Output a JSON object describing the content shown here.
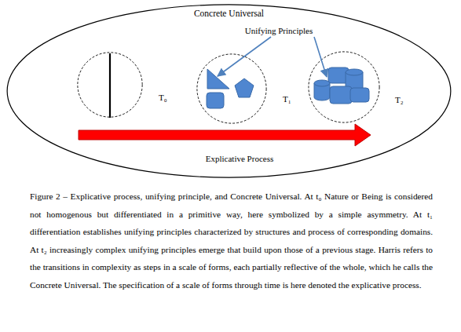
{
  "diagram": {
    "caption": "Figure 2 – Explicative process, unifying principle, and Concrete Universal. At t₀ Nature or Being is considered not homogenous but differentiated in a primitive way, here symbolized by a simple asymmetry. At t₁ differentiation establishes unifying principles characterized by structures and process of corresponding domains. At t₂ increasingly complex unifying principles emerge that build upon those of a previous stage. Harris refers to the transitions in complexity as steps in a scale of forms, each partially reflective of the whole, which he calls the Concrete Universal. The specification of a scale of forms through time is here denoted the explicative process.",
    "nodes": [
      {
        "text": [
          "Concrete Universal"
        ]
      },
      {
        "text": [
          "T₀"
        ],
        "in": 0
      },
      {
        "text": [
          "T₁"
        ],
        "in": 0
      },
      {
        "text": [
          "T₂"
        ],
        "in": 0
      }
    ],
    "labels": [
      "Unifying Principles",
      "Explicative Process"
    ]
  }
}
